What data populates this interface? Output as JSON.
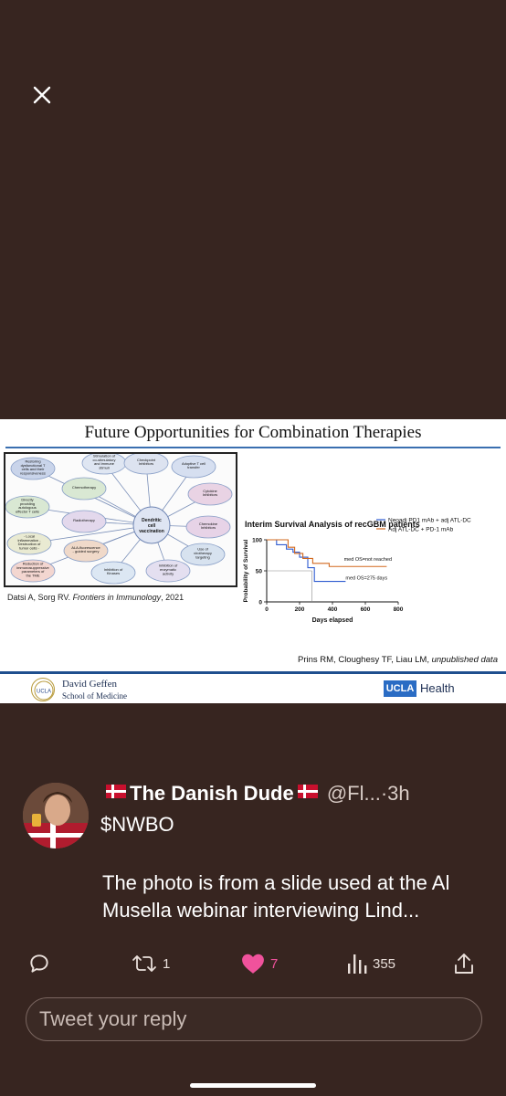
{
  "slide": {
    "title": "Future Opportunities for Combination Therapies",
    "diagram": {
      "center": "Dendritic cell vaccination",
      "nodes": [
        "Restoring dysfunctional T cells and their responsiveness",
        "Stimulation of co-stimulatory and immune stimuli",
        "Checkpoint Inhibitors",
        "Adoptive T cell transfer",
        "Chemotherapy",
        "Cytokine Inhibitors",
        "Directly providing autologous effector T cells",
        "Radiotherapy",
        "Chemokine Inhibitors",
        "- Local inflammation - Destruction of tumor cells - Depletion of immunosuppressive cells",
        "ALA-fluorescence - guided surgery",
        "Use of virotherapy targeting",
        "Reduction of immunosuppressive parameters of the TME",
        "Inhibition of Kinases",
        "Inhibition of enzymatic activity"
      ],
      "citation_authors": "Datsi A, Sorg RV.",
      "citation_journal": "Frontiers in Immunology",
      "citation_year": ", 2021"
    },
    "chart_title": "Interim Survival Analysis of recGBM patients",
    "attribution_authors": "Prins RM, Cloughesy TF, Liau LM,",
    "attribution_note": "unpublished data",
    "footer_school_name": "David Geffen",
    "footer_school_sub": "School of Medicine",
    "footer_ucla": "UCLA",
    "footer_health": "Health",
    "footer_logo_text": "UCLA"
  },
  "chart_data": {
    "type": "line",
    "title": "Interim Survival Analysis of recGBM patients",
    "xlabel": "Days elapsed",
    "ylabel": "Probability of Survival",
    "xlim": [
      0,
      800
    ],
    "ylim": [
      0,
      100
    ],
    "xticks": [
      0,
      200,
      400,
      600,
      800
    ],
    "yticks": [
      0,
      50,
      100
    ],
    "legend": "top-right",
    "series": [
      {
        "name": "Neoadj PD1 mAb + adj ATL-DC",
        "color": "#2f5bd0",
        "x": [
          0,
          60,
          60,
          120,
          120,
          160,
          160,
          200,
          200,
          250,
          250,
          290,
          290,
          480
        ],
        "y": [
          100,
          100,
          92,
          92,
          85,
          85,
          80,
          80,
          72,
          72,
          55,
          55,
          33,
          33
        ]
      },
      {
        "name": "Adj ATL-DC + PD-1 mAb",
        "color": "#d2691e",
        "x": [
          0,
          130,
          130,
          170,
          170,
          220,
          220,
          280,
          280,
          380,
          380,
          730
        ],
        "y": [
          100,
          100,
          88,
          88,
          78,
          78,
          70,
          70,
          62,
          62,
          57,
          57
        ]
      }
    ],
    "annotations": [
      "med OS=not reached",
      "med OS=275 days"
    ]
  },
  "tweet": {
    "display_name": "The Danish Dude",
    "handle": "@Fl...",
    "time": "·3h",
    "ticker": "$NWBO",
    "text": "The photo is from a slide used at the Al Musella webinar interviewing Lind...",
    "replies": "",
    "retweets": "1",
    "likes": "7",
    "views": "355"
  },
  "reply": {
    "placeholder": "Tweet your reply"
  },
  "colors": {
    "background": "#372520",
    "like": "#f0529c"
  }
}
